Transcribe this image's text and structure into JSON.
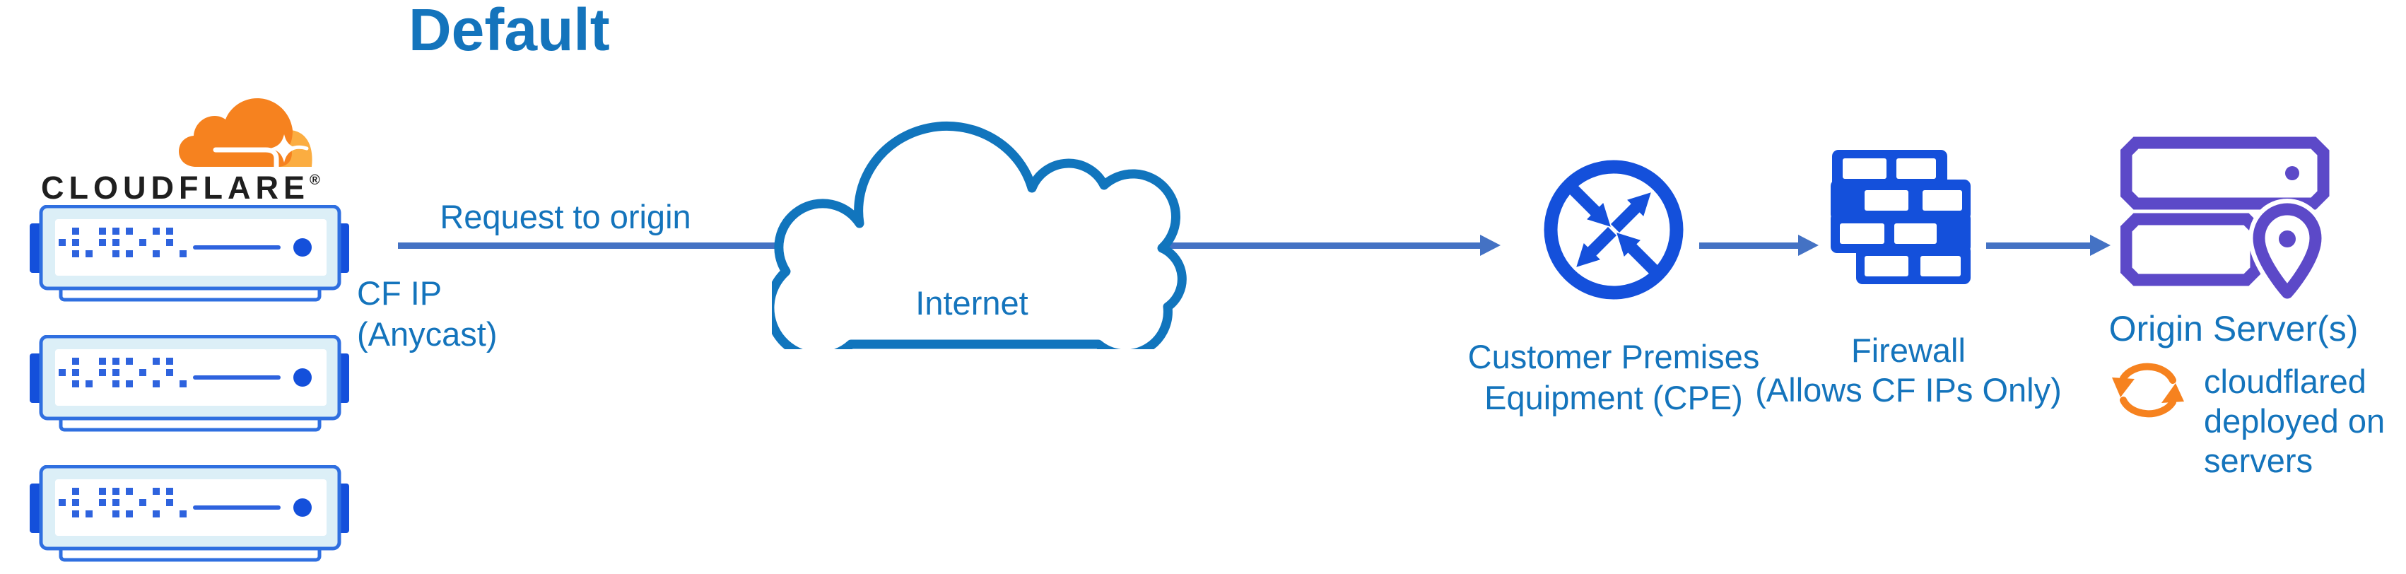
{
  "title": "Default",
  "colors": {
    "label_blue": "#1474BC",
    "arrow_blue": "#4472C4",
    "icon_blue": "#1450DB",
    "server_border_blue": "#2F6FE0",
    "server_detail_blue": "#2E63DE",
    "server_fill": "#DCEFF7",
    "cloud_stroke_blue": "#1175BD",
    "purple": "#5C49C8",
    "orange": "#F6821F",
    "orange_light": "#FBAD41",
    "wordmark_black": "#1F1F1F"
  },
  "cloudflare": {
    "wordmark": "CLOUDFLARE",
    "registered": "®"
  },
  "path": {
    "request_label": "Request to origin",
    "cf_ip_line1": "CF IP",
    "cf_ip_line2": "(Anycast)"
  },
  "internet": {
    "label": "Internet"
  },
  "cpe": {
    "label_line1": "Customer Premises",
    "label_line2": "Equipment (CPE)"
  },
  "firewall": {
    "label_line1": "Firewall",
    "label_line2": "(Allows CF IPs Only)"
  },
  "origin": {
    "label": "Origin Server(s)",
    "note_line1": "cloudflared",
    "note_line2": "deployed on",
    "note_line3": "servers"
  }
}
